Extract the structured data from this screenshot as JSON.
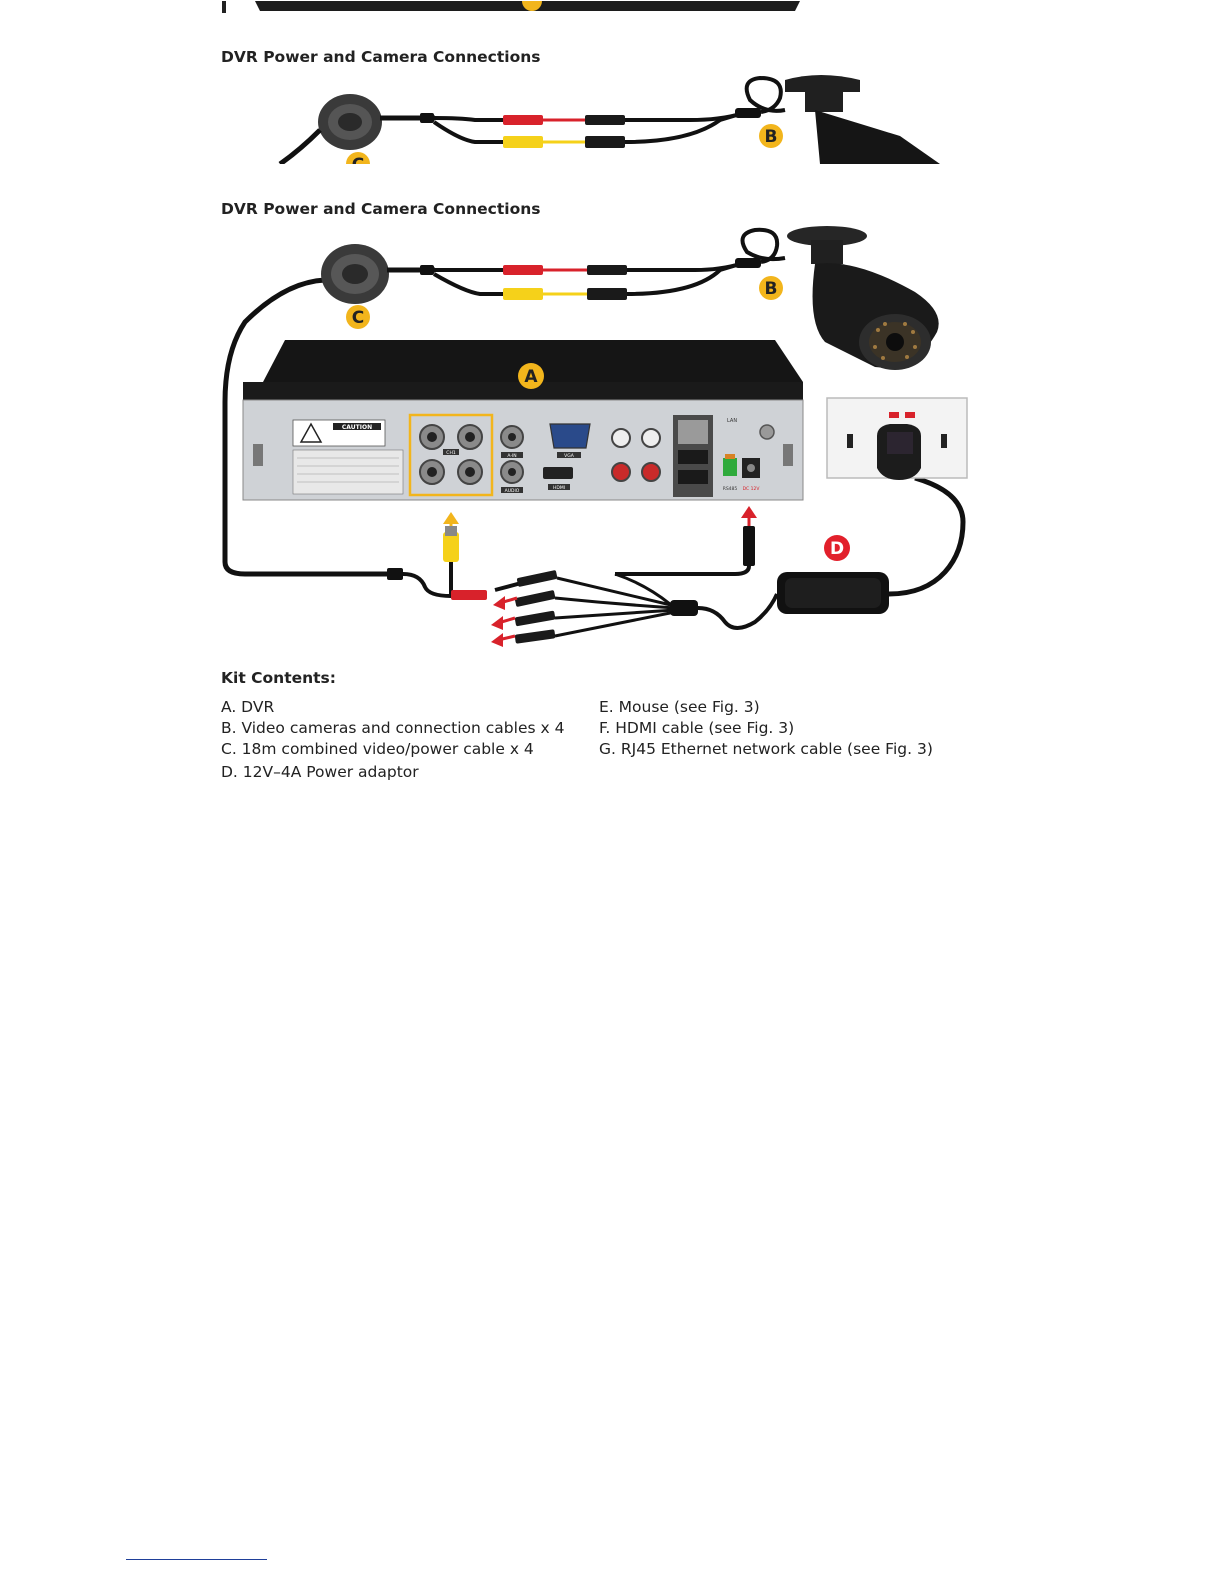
{
  "figure_partial": {
    "heading": "DVR Power and Camera Connections",
    "labels": {
      "b": "B",
      "c": "C"
    }
  },
  "figure_main": {
    "heading": "DVR Power and Camera Connections",
    "labels": {
      "a": "A",
      "b": "B",
      "c": "C",
      "d": "D"
    },
    "panel": {
      "caution": "CAUTION",
      "ports": {
        "video_in": "CH1",
        "audio_in": "A-IN",
        "audio_out": "AUDIO",
        "vga": "VGA",
        "hdmi": "HDMI",
        "lan": "LAN",
        "rs485": "RS485",
        "dc12v": "DC 12V"
      }
    }
  },
  "kit": {
    "heading": "Kit Contents:",
    "left_items": [
      "A. DVR",
      "B. Video cameras and connection cables x 4",
      "C. 18m combined video/power cable x 4",
      "D. 12V–4A Power adaptor"
    ],
    "right_items": [
      "E. Mouse (see Fig. 3)",
      "F.  HDMI cable (see Fig. 3)",
      "G. RJ45 Ethernet network cable (see Fig. 3)"
    ]
  },
  "colors": {
    "badge_yellow": "#f2b51c",
    "badge_red": "#e2202b",
    "cable_red": "#d8222b",
    "cable_yellow": "#f5d11a",
    "dvr_body": "#1f1f1f",
    "panel": "#cfd2d6",
    "highlight": "#f2b51c"
  }
}
